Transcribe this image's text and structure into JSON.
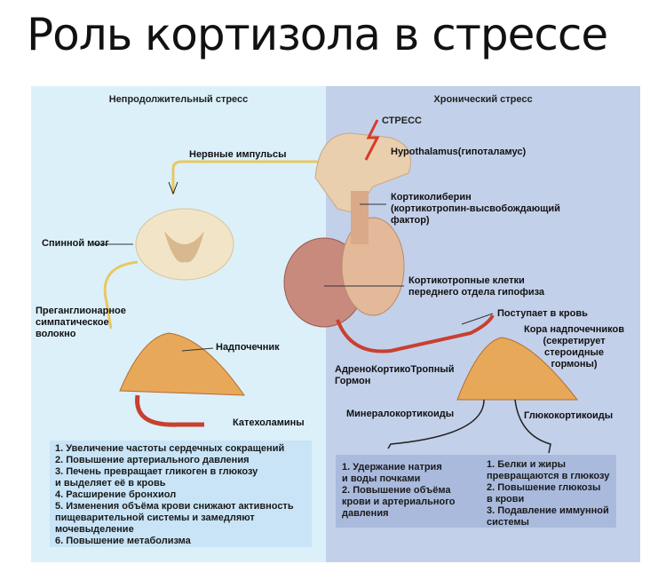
{
  "title": "Роль кортизола в стрессе",
  "left": {
    "header": "Непродолжительный стресс",
    "labels": {
      "nerve": "Нервные импульсы",
      "spinal": "Спинной мозг",
      "pre1": "Преганглионарное",
      "pre2": "симпатическое",
      "pre3": "волокно",
      "adrenal": "Надпочечник",
      "catechol": "Катехоламины"
    },
    "effects": [
      "1. Увеличение частоты сердечных сокращений",
      "2. Повышение артериального давления",
      "3. Печень превращает гликоген в глюкозу",
      "и выделяет её в кровь",
      "4. Расширение бронхиол",
      "5. Изменения объёма крови снижают активность",
      "пищеварительной системы и замедляют",
      "мочевыделение",
      "6. Повышение метаболизма"
    ]
  },
  "right": {
    "header": "Хронический стресс",
    "labels": {
      "stress": "СТРЕСС",
      "hypo": "Hypothalamus(гипоталамус)",
      "crh1": "Кортиколиберин",
      "crh2": "(кортикотропин-высвобождающий",
      "crh3": "фактор)",
      "cells1": "Кортикотропные клетки",
      "cells2": "переднего отдела гипофиза",
      "blood": "Поступает в кровь",
      "cortex1": "Кора надпочечников",
      "cortex2": "(секретирует",
      "cortex3": "стероидные",
      "cortex4": "гормоны)",
      "acth1": "АдреноКортикоТропный",
      "acth2": "Гормон",
      "mineral": "Минералокортикоиды",
      "gluco": "Глюкокортикоиды"
    },
    "mineral_effects": [
      "1. Удержание натрия",
      "и воды почками",
      "2. Повышение объёма",
      "крови и артериального",
      "давления"
    ],
    "gluco_effects": [
      "1. Белки и жиры",
      "превращаются в глюкозу",
      "2. Повышение глюкозы",
      "в крови",
      "3. Подавление иммунной",
      "системы"
    ]
  }
}
